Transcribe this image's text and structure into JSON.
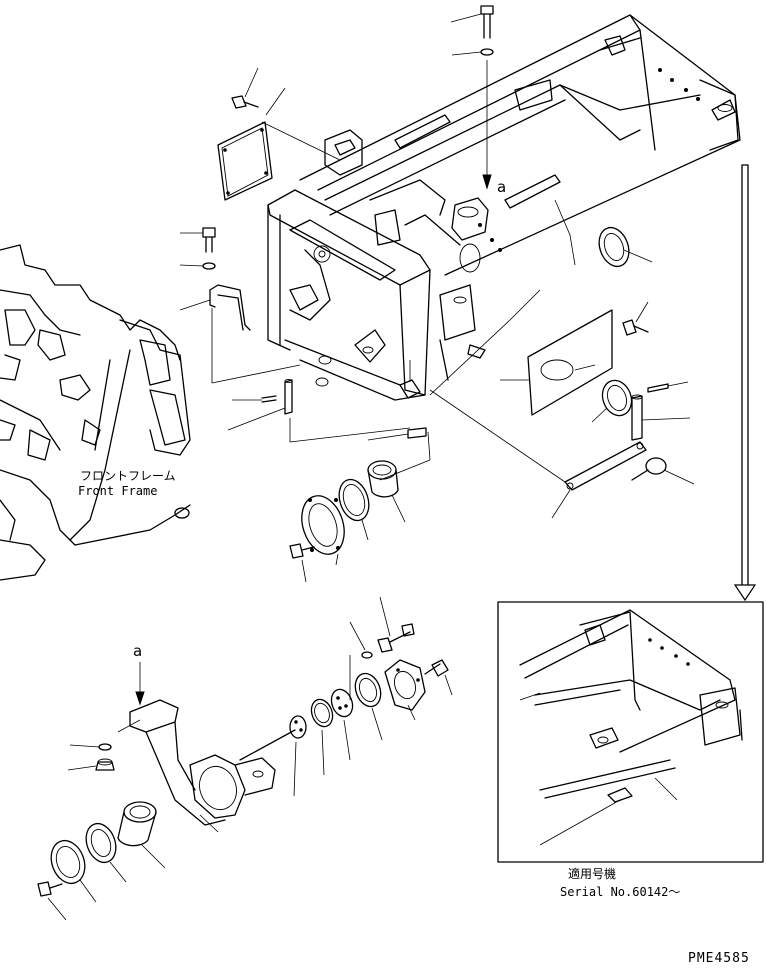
{
  "labels": {
    "front_frame_jp": "フロントフレーム",
    "front_frame_en": "Front Frame",
    "detail_marker_top": "a",
    "detail_marker_bottom": "a",
    "serial_jp": "適用号機",
    "serial_en": "Serial No.60142～",
    "document_code": "PME4585"
  }
}
